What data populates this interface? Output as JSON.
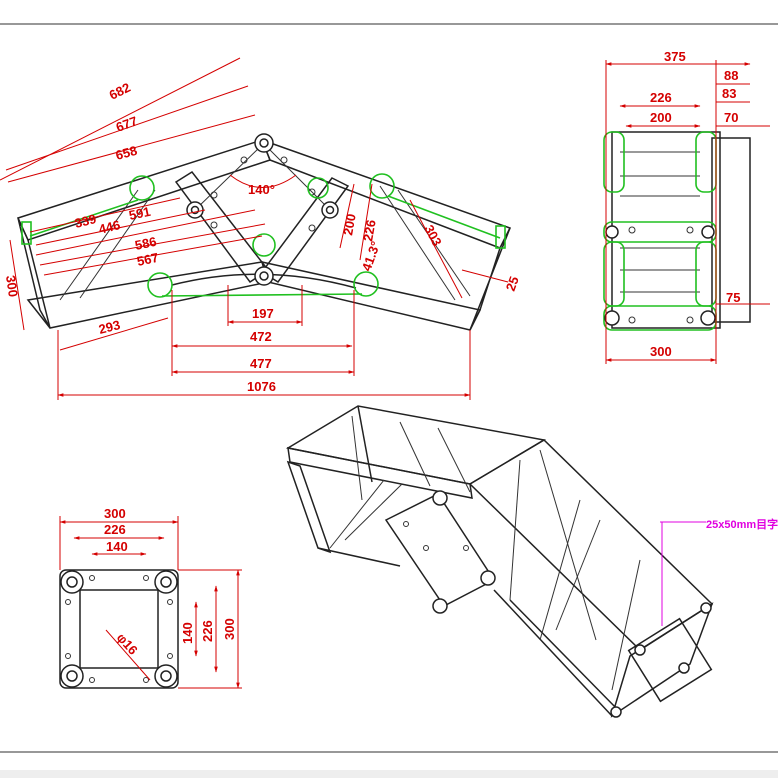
{
  "drawing": {
    "accent_color": "#d40000",
    "highlight_color": "#20c020",
    "note_color": "#e000e0",
    "front_view": {
      "dims": {
        "d682": "682",
        "d677": "677",
        "d658": "658",
        "d339": "339",
        "d446": "446",
        "d591": "591",
        "d586": "586",
        "d567": "567",
        "d300": "300",
        "d293": "293",
        "d197": "197",
        "d472": "472",
        "d477": "477",
        "d1076": "1076",
        "angle140": "140°",
        "angle41": "41.3°",
        "d200": "200",
        "d226": "226",
        "d303": "303",
        "d25": "25"
      }
    },
    "side_view": {
      "dims": {
        "d375": "375",
        "d88": "88",
        "d83": "83",
        "d70": "70",
        "d226": "226",
        "d200": "200",
        "d75": "75",
        "d300": "300"
      }
    },
    "section_view": {
      "dims": {
        "d300": "300",
        "d226": "226",
        "d140": "140",
        "v140": "140",
        "v226": "226",
        "v300": "300",
        "hole": "φ16"
      }
    },
    "iso_view": {
      "note": "25x50mm目字"
    }
  }
}
